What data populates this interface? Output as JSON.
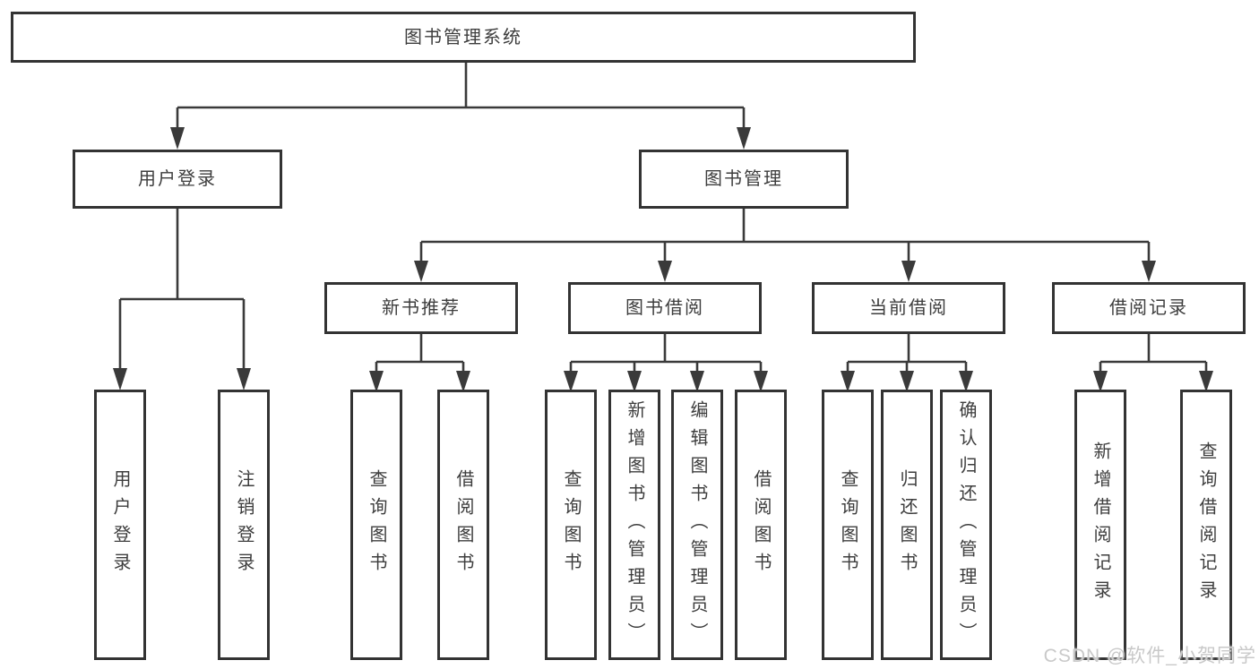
{
  "tree": {
    "root": {
      "label": "图书管理系统"
    },
    "user_login": {
      "label": "用户登录",
      "children": [
        {
          "label": "用户登录"
        },
        {
          "label": "注销登录"
        }
      ]
    },
    "book_mgmt": {
      "label": "图书管理",
      "sections": [
        {
          "label": "新书推荐",
          "children": [
            {
              "label": "查询图书"
            },
            {
              "label": "借阅图书"
            }
          ]
        },
        {
          "label": "图书借阅",
          "children": [
            {
              "label": "查询图书"
            },
            {
              "label": "新增图书（管理员）"
            },
            {
              "label": "编辑图书（管理员）"
            },
            {
              "label": "借阅图书"
            }
          ]
        },
        {
          "label": "当前借阅",
          "children": [
            {
              "label": "查询图书"
            },
            {
              "label": "归还图书"
            },
            {
              "label": "确认归还（管理员）"
            }
          ]
        },
        {
          "label": "借阅记录",
          "children": [
            {
              "label": "新增借阅记录"
            },
            {
              "label": "查询借阅记录"
            }
          ]
        }
      ]
    }
  },
  "watermark": {
    "text": "CSDN @软件_小贺同学"
  },
  "colors": {
    "line": "#3a3a3a",
    "border": "#333333",
    "text": "#3d3d3d",
    "background": "#ffffff",
    "watermark": "#c9c9c9"
  }
}
